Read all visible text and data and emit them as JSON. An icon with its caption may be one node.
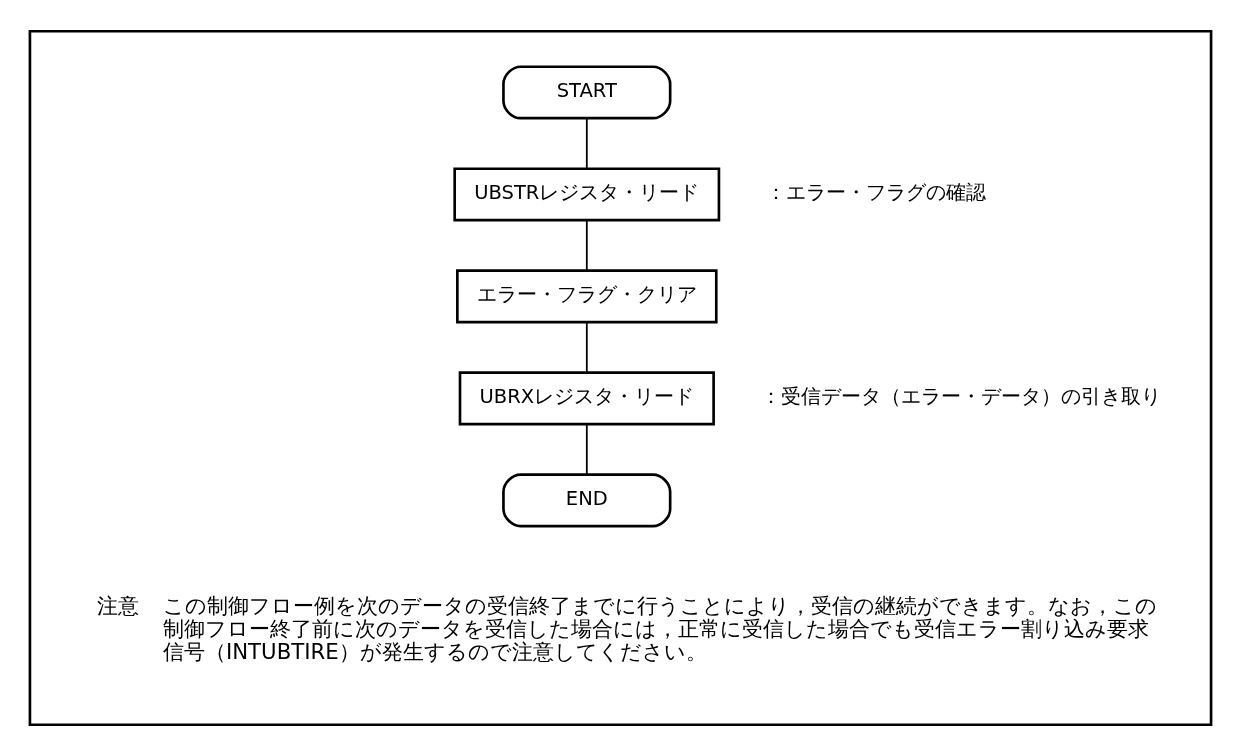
{
  "diagram": {
    "nodes": [
      {
        "text": [],
        "shape": "box"
      },
      {
        "text": [
          "START"
        ],
        "in": 0
      },
      {
        "text": [
          "UBSTRレジスタ・リード"
        ],
        "beside": [
          "：エラー・フラグの確認"
        ],
        "in": 0
      },
      {
        "text": [
          "エラー・フラグ・クリア"
        ],
        "in": 0
      },
      {
        "text": [
          "UBRXレジスタ・リード"
        ],
        "beside": [
          "：受信データ（エラー・データ）の引き取り"
        ],
        "in": 0
      },
      {
        "text": [
          "END"
        ],
        "in": 0
      }
    ],
    "edges": [
      {
        "from": 1,
        "to": 2,
        "arrow": "none"
      },
      {
        "from": 2,
        "to": 3,
        "arrow": "none"
      },
      {
        "from": 3,
        "to": 4,
        "arrow": "none"
      },
      {
        "from": 4,
        "to": 5,
        "arrow": "none"
      }
    ],
    "labels": [
      "注意",
      "この制御フロー例を次のデータの受信終了までに行うことにより，受信の継続ができます。なお，この制御フロー終了前に次のデータを受信した場合には，正常に受信した場合でも受信エラー割り込み要求信号（INTUBTIRE）が発生するので注意してください。"
    ]
  }
}
